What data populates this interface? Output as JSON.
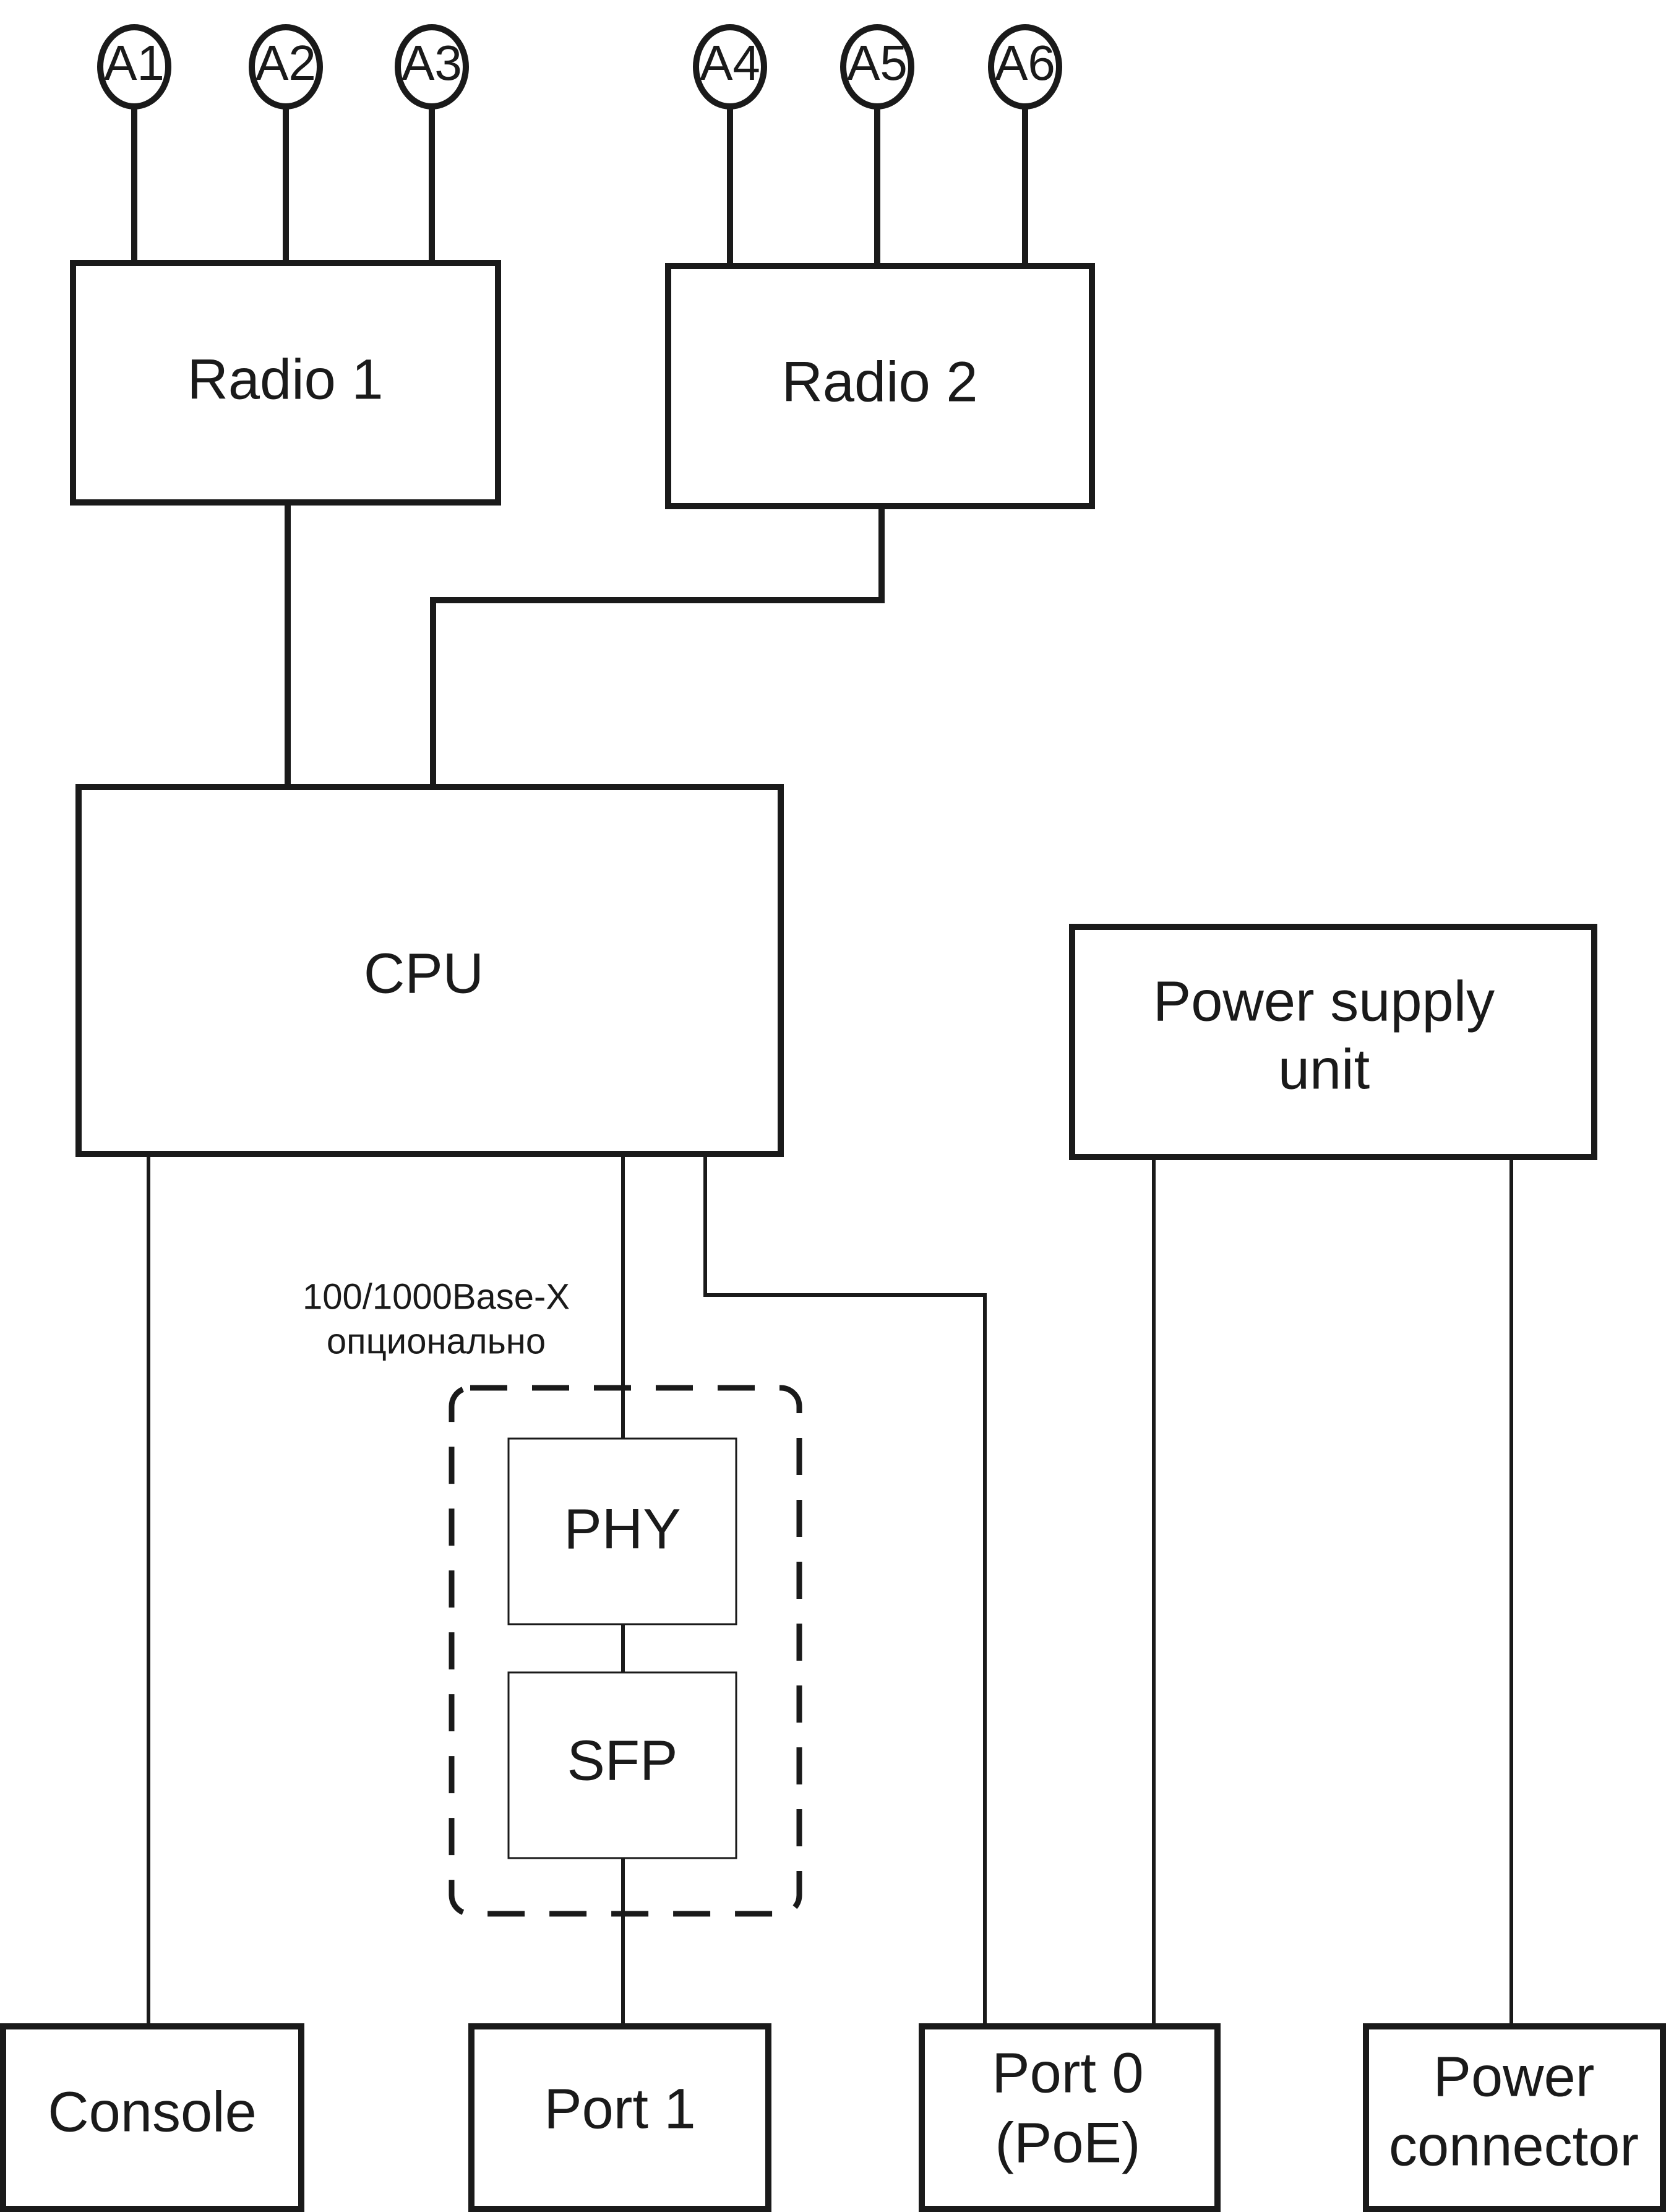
{
  "diagram": {
    "antennas": [
      {
        "id": "A1",
        "label": "A1",
        "radio": "radio1"
      },
      {
        "id": "A2",
        "label": "A2",
        "radio": "radio1"
      },
      {
        "id": "A3",
        "label": "A3",
        "radio": "radio1"
      },
      {
        "id": "A4",
        "label": "A4",
        "radio": "radio2"
      },
      {
        "id": "A5",
        "label": "A5",
        "radio": "radio2"
      },
      {
        "id": "A6",
        "label": "A6",
        "radio": "radio2"
      }
    ],
    "blocks": {
      "radio1": {
        "label": "Radio 1"
      },
      "radio2": {
        "label": "Radio 2"
      },
      "cpu": {
        "label": "CPU"
      },
      "psu": {
        "label_line1": "Power supply",
        "label_line2": "unit"
      },
      "phy": {
        "label": "PHY"
      },
      "sfp": {
        "label": "SFP"
      },
      "console": {
        "label": "Console"
      },
      "port1": {
        "label": "Port 1"
      },
      "port0": {
        "label_line1": "Port 0",
        "label_line2": "(PoE)"
      },
      "power_connector": {
        "label_line1": "Power",
        "label_line2": "connector"
      }
    },
    "optional_group": {
      "label_line1": "100/1000Base-X",
      "label_line2": "опционально",
      "style": "dashed"
    },
    "connections": [
      {
        "from": "A1",
        "to": "radio1"
      },
      {
        "from": "A2",
        "to": "radio1"
      },
      {
        "from": "A3",
        "to": "radio1"
      },
      {
        "from": "A4",
        "to": "radio2"
      },
      {
        "from": "A5",
        "to": "radio2"
      },
      {
        "from": "A6",
        "to": "radio2"
      },
      {
        "from": "radio1",
        "to": "cpu"
      },
      {
        "from": "radio2",
        "to": "cpu"
      },
      {
        "from": "cpu",
        "to": "console"
      },
      {
        "from": "cpu",
        "to": "phy"
      },
      {
        "from": "phy",
        "to": "sfp"
      },
      {
        "from": "sfp",
        "to": "port1"
      },
      {
        "from": "cpu",
        "to": "port0"
      },
      {
        "from": "psu",
        "to": "port0"
      },
      {
        "from": "psu",
        "to": "power_connector"
      }
    ],
    "colors": {
      "line": "#1a1a1a",
      "background": "#ffffff"
    }
  }
}
